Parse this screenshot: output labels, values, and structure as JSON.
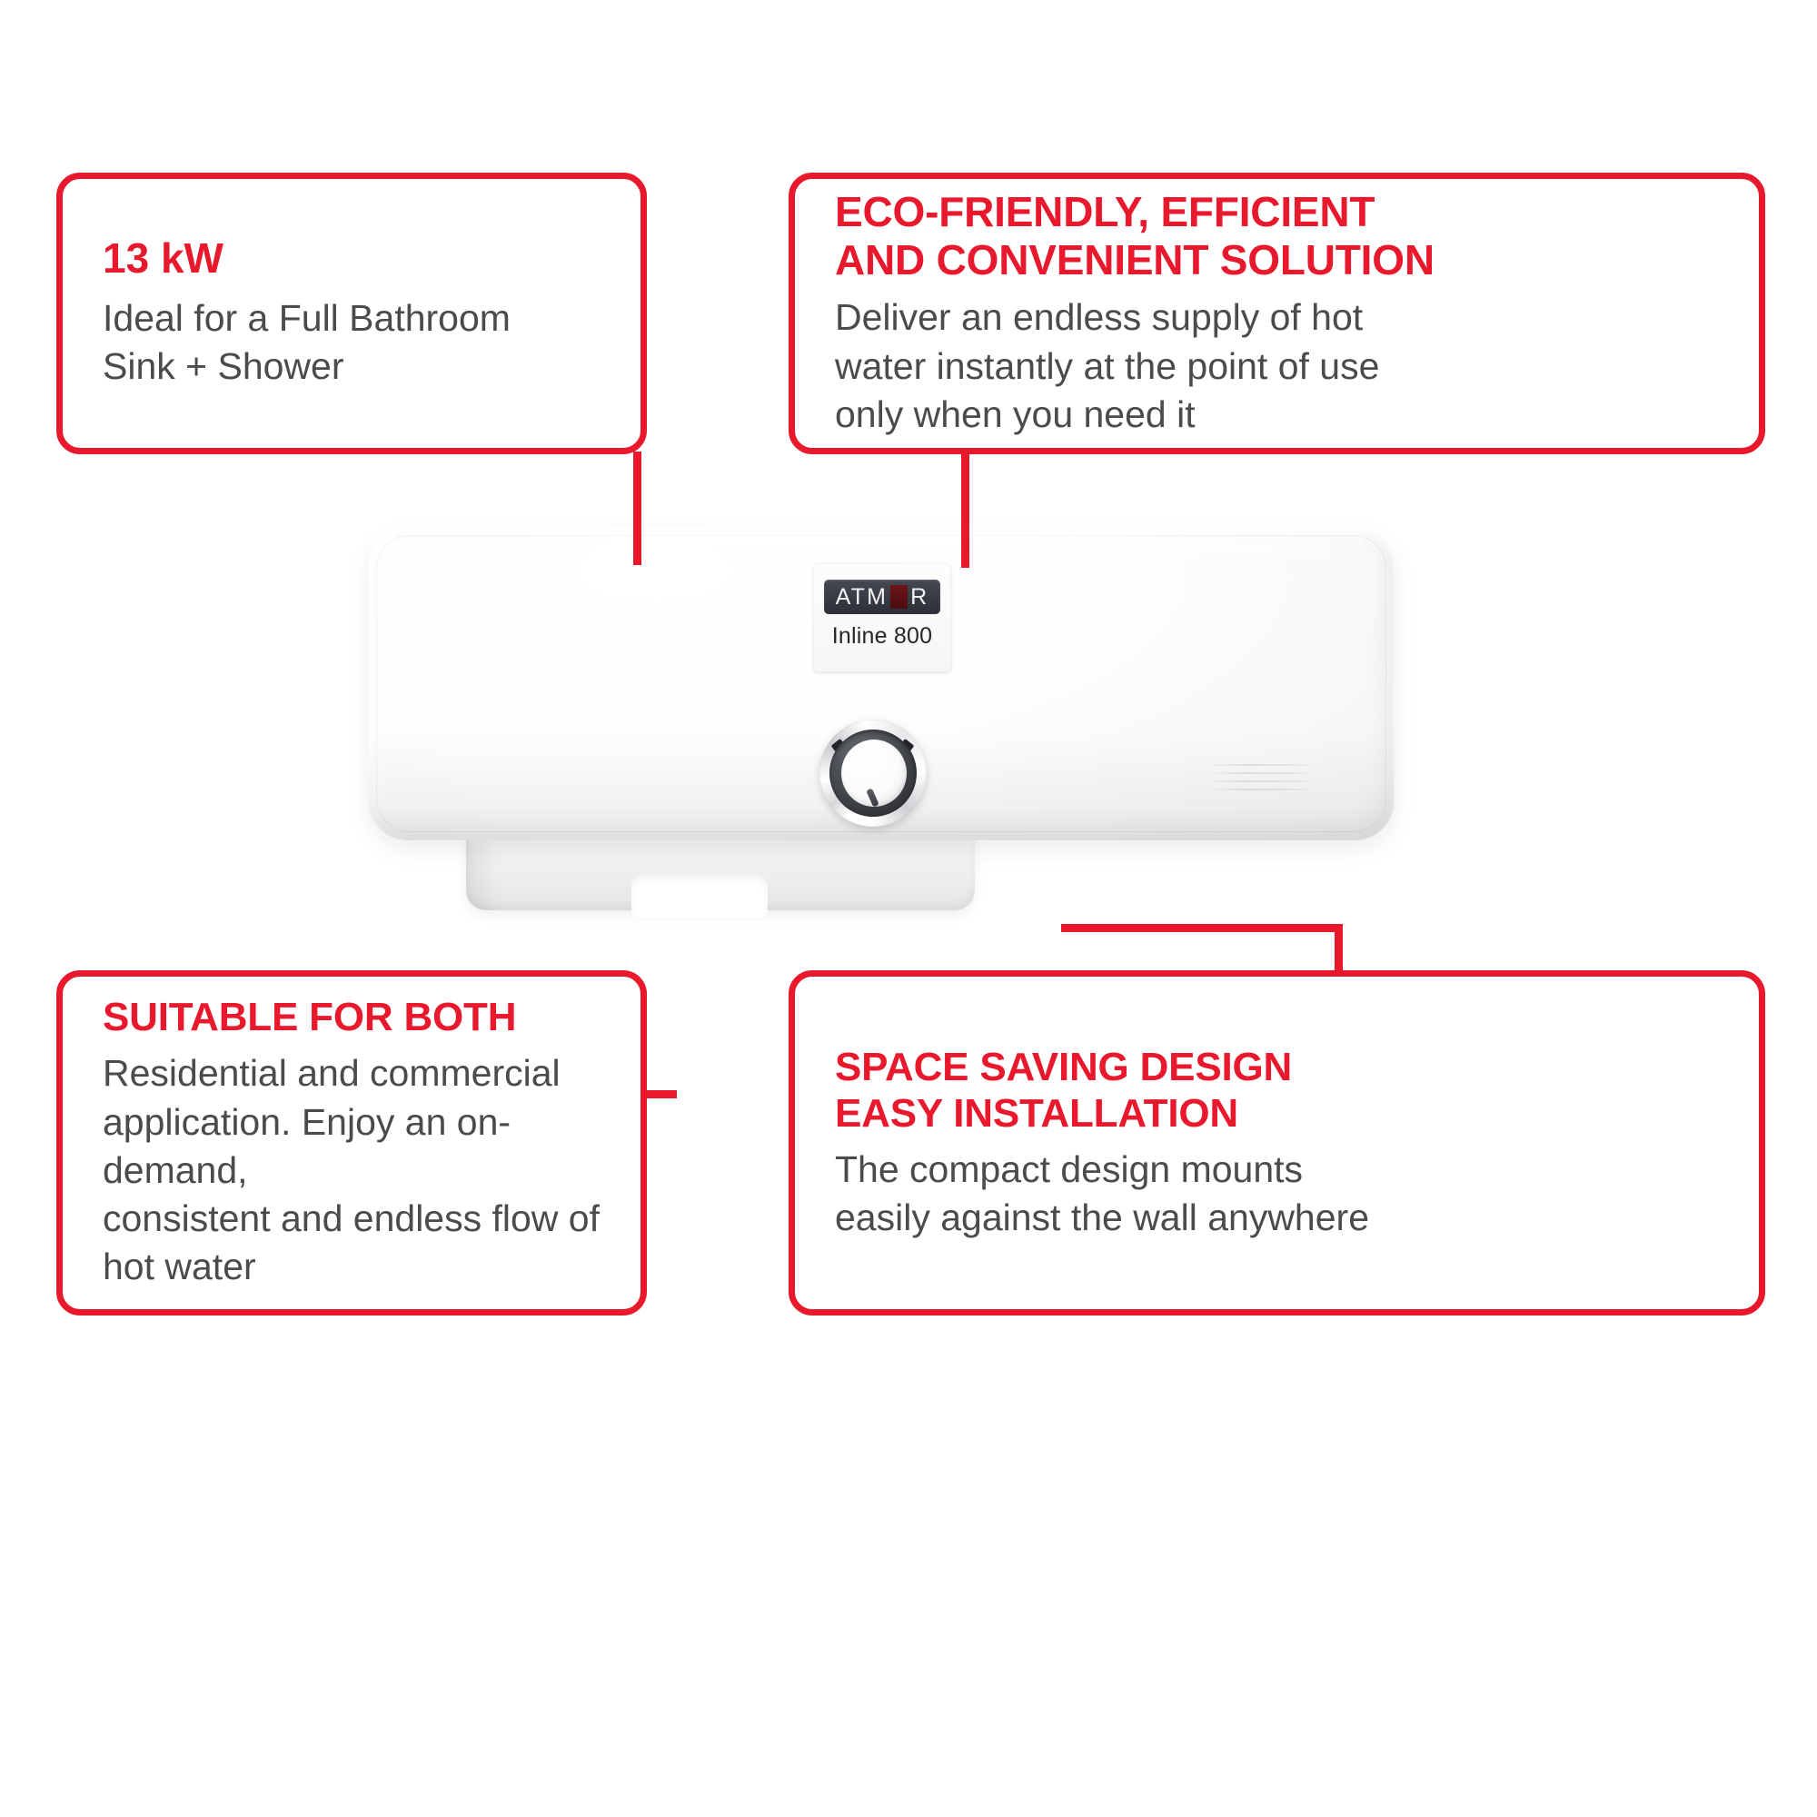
{
  "theme": {
    "accent_red": "#e8192c",
    "body_text": "#4b4b4b",
    "background": "#ffffff"
  },
  "product": {
    "brand": "ATMOR",
    "brand_letters_before_o": "ATM",
    "brand_letters_after_o": "R",
    "model": "Inline 800",
    "type": "tankless-water-heater"
  },
  "callouts": {
    "top_left": {
      "title": "13 kW",
      "body": "Ideal for a Full Bathroom\nSink + Shower"
    },
    "top_right": {
      "title": "ECO-FRIENDLY, EFFICIENT\nAND CONVENIENT SOLUTION",
      "body": "Deliver an endless supply of hot\nwater instantly at the point of use\nonly when you need it"
    },
    "bottom_left": {
      "title": "SUITABLE FOR BOTH",
      "body": "Residential and commercial\napplication. Enjoy an on-demand,\nconsistent and endless flow of\nhot water"
    },
    "bottom_right": {
      "title": "SPACE SAVING DESIGN\nEASY INSTALLATION",
      "body": "The compact design mounts\neasily against the wall anywhere"
    }
  }
}
